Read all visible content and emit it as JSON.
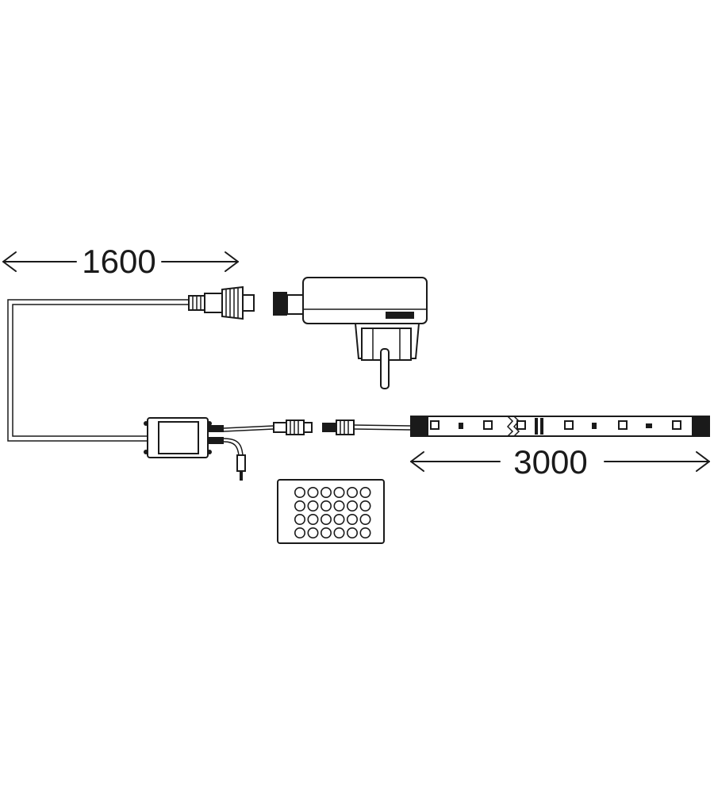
{
  "dimensions": {
    "cable_length": "1600",
    "strip_length": "3000"
  },
  "colors": {
    "line": "#1a1a1a",
    "background": "#ffffff"
  },
  "remote": {
    "rows": 4,
    "cols": 6
  }
}
